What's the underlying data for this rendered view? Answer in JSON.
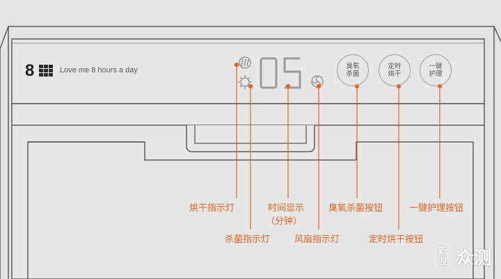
{
  "panel": {
    "logo_number": "8",
    "slogan": "Love me 8 hours a day",
    "display_value": "05",
    "buttons": [
      {
        "line1": "臭氧",
        "line2": "杀菌"
      },
      {
        "line1": "定时",
        "line2": "烘干"
      },
      {
        "line1": "一键",
        "line2": "护理"
      }
    ]
  },
  "callouts": {
    "dry_light": "烘干指示灯",
    "sterilize_light": "杀菌指示灯",
    "time_display": "时间显示",
    "time_display_unit": "（分钟）",
    "fan_light": "风扇指示灯",
    "ozone_button": "臭氧杀菌按钮",
    "timer_dry_button": "定时烘干按钮",
    "care_button": "一键护理按钮"
  },
  "watermark": {
    "chars_small": "新浪",
    "chars_large": "众测"
  },
  "colors": {
    "accent": "#e8611e",
    "line": "#555555",
    "background": "#e4e4e4"
  }
}
